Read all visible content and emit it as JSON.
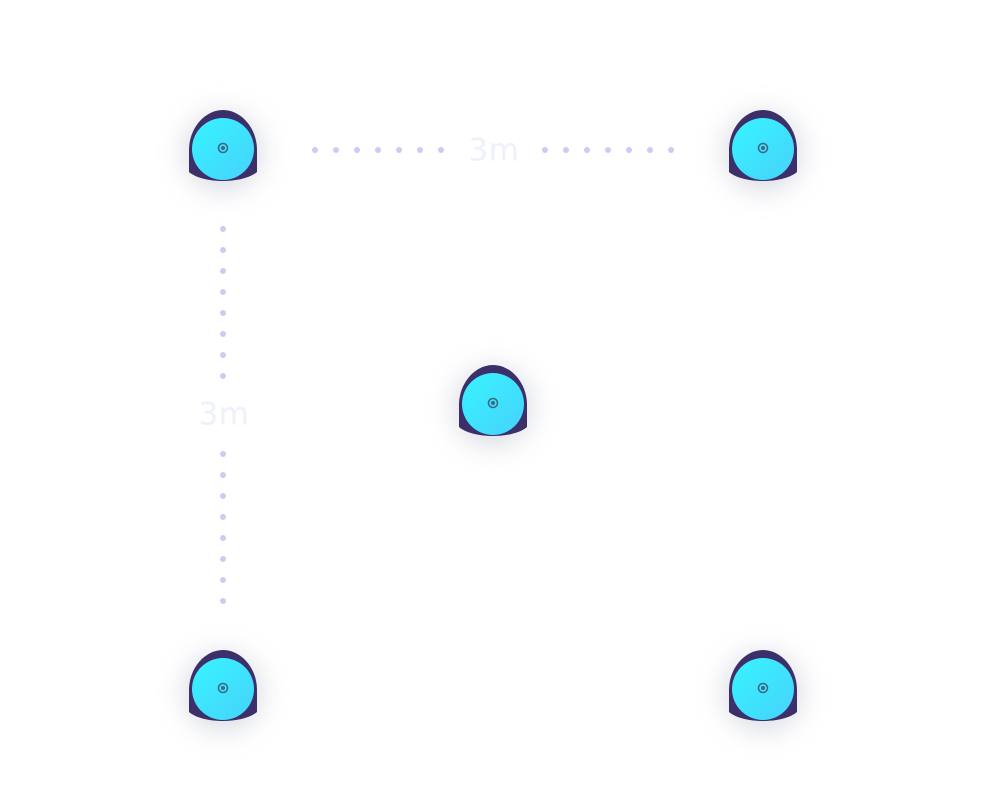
{
  "diagram": {
    "dimension_labels": {
      "horizontal": "3m",
      "vertical": "3m"
    },
    "node_count": 5,
    "colors": {
      "node_fill_start": "#37f4ff",
      "node_fill_end": "#46d2fb",
      "node_base": "#3d2f69",
      "node_center": "#3a6a86",
      "dotted_line": "#cfcaf2",
      "label_text": "#eef0fb",
      "glow": "#b8bccb"
    },
    "icon": "ceiling-sensor-icon"
  }
}
